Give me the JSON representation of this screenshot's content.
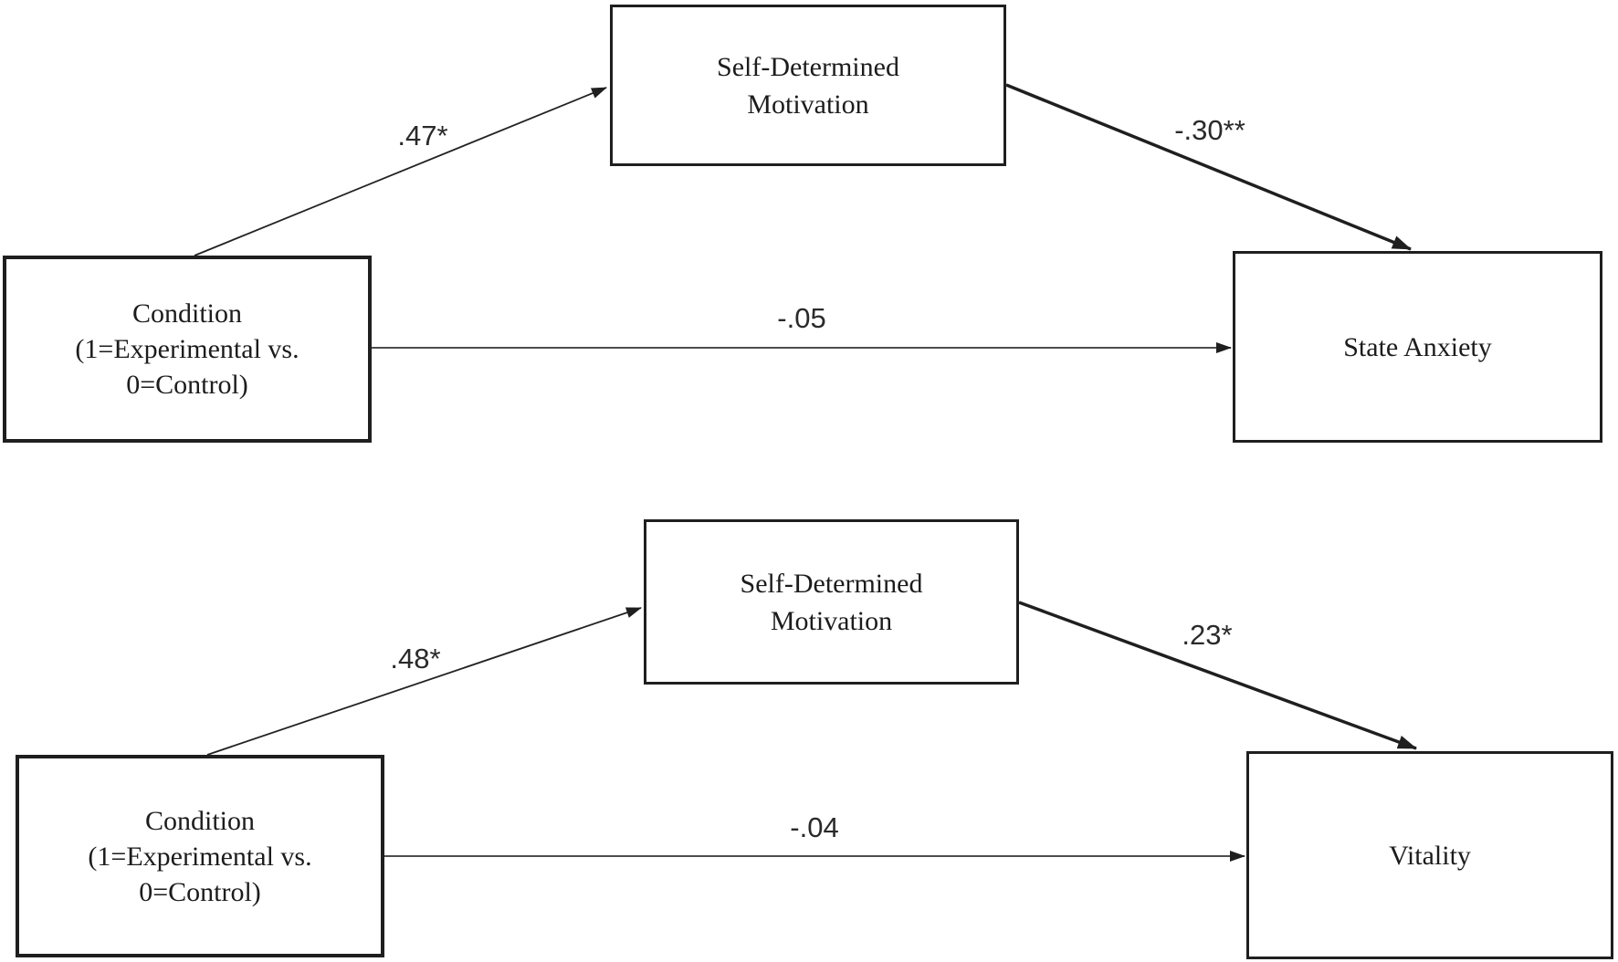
{
  "models": [
    {
      "predictor_label": "Condition\n(1=Experimental vs.\n0=Control)",
      "mediator_label": "Self-Determined\nMotivation",
      "outcome_label": "State Anxiety",
      "path_a": ".47*",
      "path_b": "-.30**",
      "path_c": "-.05"
    },
    {
      "predictor_label": "Condition\n(1=Experimental vs.\n0=Control)",
      "mediator_label": "Self-Determined\nMotivation",
      "outcome_label": "Vitality",
      "path_a": ".48*",
      "path_b": ".23*",
      "path_c": "-.04"
    }
  ],
  "colors": {
    "ink": "#1f1f1f",
    "direct_path_line": "#4d4d4d",
    "background": "#ffffff"
  }
}
